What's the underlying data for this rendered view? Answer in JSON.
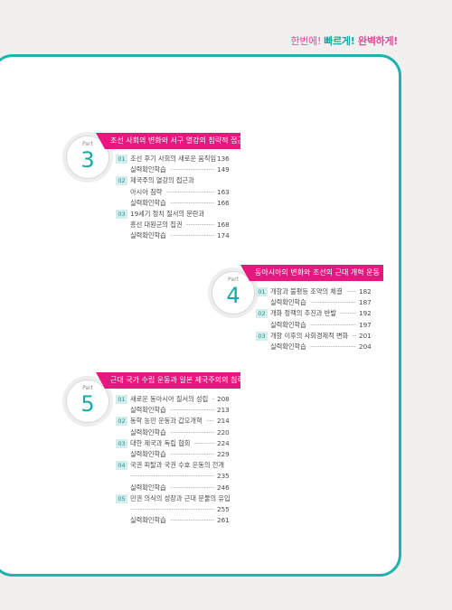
{
  "slogan": {
    "a": "한번에! ",
    "b": "빠르게!",
    "c": " 완벽하게!"
  },
  "parts": [
    {
      "label": "Part",
      "number": "3",
      "title": "조선 사회의 변화와 서구 열강의 침략적 접근",
      "items": [
        {
          "num": "01",
          "text": "조선 후기 사회의 새로운 움직임",
          "page": "136"
        },
        {
          "num": "",
          "text": "실력확인학습",
          "page": "149"
        },
        {
          "num": "02",
          "text": "제국주의 열강의 접근과",
          "page": ""
        },
        {
          "num": "",
          "text": "아시아 침략",
          "page": "163"
        },
        {
          "num": "",
          "text": "실력확인학습",
          "page": "166"
        },
        {
          "num": "03",
          "text": "19세기 정치 질서의 문란과",
          "page": ""
        },
        {
          "num": "",
          "text": "흥선 대원군의 집권",
          "page": "168"
        },
        {
          "num": "",
          "text": "실력확인학습",
          "page": "174"
        }
      ]
    },
    {
      "label": "Part",
      "number": "4",
      "title": "동아시아의 변화와 조선의 근대 개혁 운동",
      "items": [
        {
          "num": "01",
          "text": "개항과 불평등 조약의 체결",
          "page": "182"
        },
        {
          "num": "",
          "text": "실력확인학습",
          "page": "187"
        },
        {
          "num": "02",
          "text": "개화 정책의 추진과 반발",
          "page": "192"
        },
        {
          "num": "",
          "text": "실력확인학습",
          "page": "197"
        },
        {
          "num": "03",
          "text": "개항 이후의 사회경제적 변화",
          "page": "201"
        },
        {
          "num": "",
          "text": "실력확인학습",
          "page": "204"
        }
      ]
    },
    {
      "label": "Part",
      "number": "5",
      "title": "근대 국가 수립 운동과 일본 제국주의의 침략",
      "items": [
        {
          "num": "01",
          "text": "새로운 동아시아 질서의 성립",
          "page": "208"
        },
        {
          "num": "",
          "text": "실력확인학습",
          "page": "213"
        },
        {
          "num": "02",
          "text": "동학 농민 운동과 갑오개혁",
          "page": "214"
        },
        {
          "num": "",
          "text": "실력확인학습",
          "page": "220"
        },
        {
          "num": "03",
          "text": "대한 제국과 독립 협회",
          "page": "224"
        },
        {
          "num": "",
          "text": "실력확인학습",
          "page": "229"
        },
        {
          "num": "04",
          "text": "국권 피탈과 국권 수호 운동의 전개",
          "page": ""
        },
        {
          "num": "",
          "text": "",
          "page": "235"
        },
        {
          "num": "",
          "text": "실력확인학습",
          "page": "246"
        },
        {
          "num": "05",
          "text": "민권 의식의 성장과 근대 문물의 유입",
          "page": ""
        },
        {
          "num": "",
          "text": "",
          "page": "255"
        },
        {
          "num": "",
          "text": "실력확인학습",
          "page": "261"
        }
      ]
    }
  ]
}
